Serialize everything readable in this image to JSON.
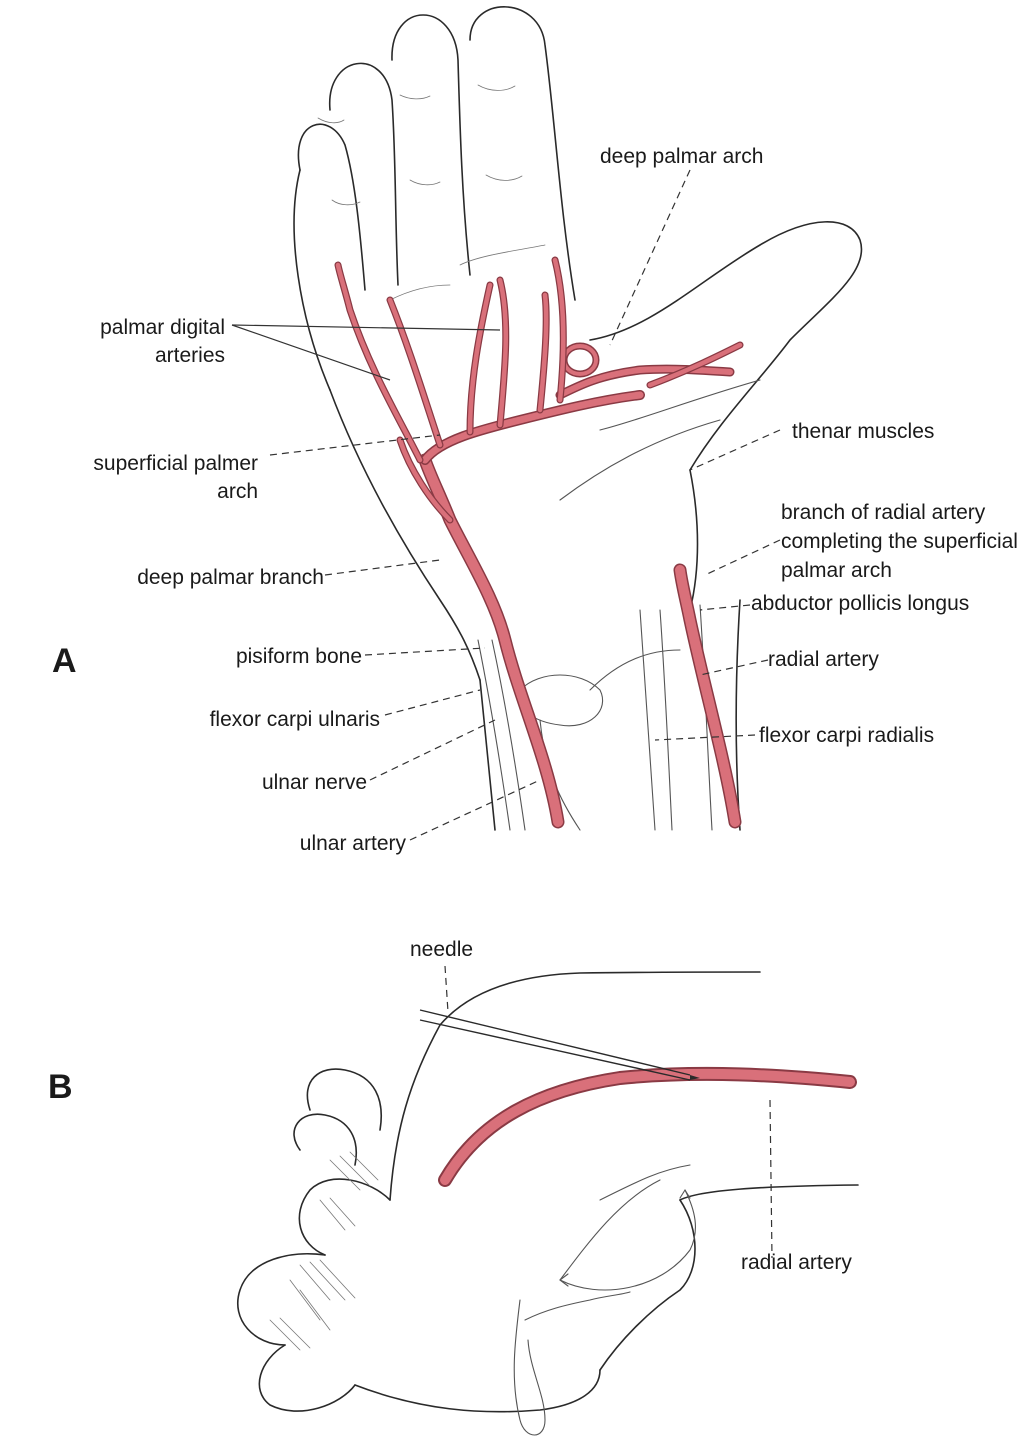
{
  "panels": {
    "a": "A",
    "b": "B"
  },
  "labels_a": {
    "deep_palmar_arch": "deep palmar arch",
    "palmar_digital_arteries_1": "palmar digital",
    "palmar_digital_arteries_2": "arteries",
    "thenar_muscles": "thenar muscles",
    "superficial_palmer_arch_1": "superficial palmer",
    "superficial_palmer_arch_2": "arch",
    "branch_radial_1": "branch of radial artery",
    "branch_radial_2": "completing the superficial",
    "branch_radial_3": "palmar arch",
    "deep_palmar_branch": "deep palmar branch",
    "abductor_pollicis_longus": "abductor pollicis longus",
    "pisiform_bone": "pisiform bone",
    "radial_artery": "radial artery",
    "flexor_carpi_ulnaris": "flexor carpi ulnaris",
    "flexor_carpi_radialis": "flexor carpi radialis",
    "ulnar_nerve": "ulnar nerve",
    "ulnar_artery": "ulnar artery"
  },
  "labels_b": {
    "needle": "needle",
    "radial_artery": "radial artery"
  },
  "colors": {
    "artery": "#d9707a",
    "artery_stroke": "#8a3a44",
    "line": "#2a2a2a"
  }
}
